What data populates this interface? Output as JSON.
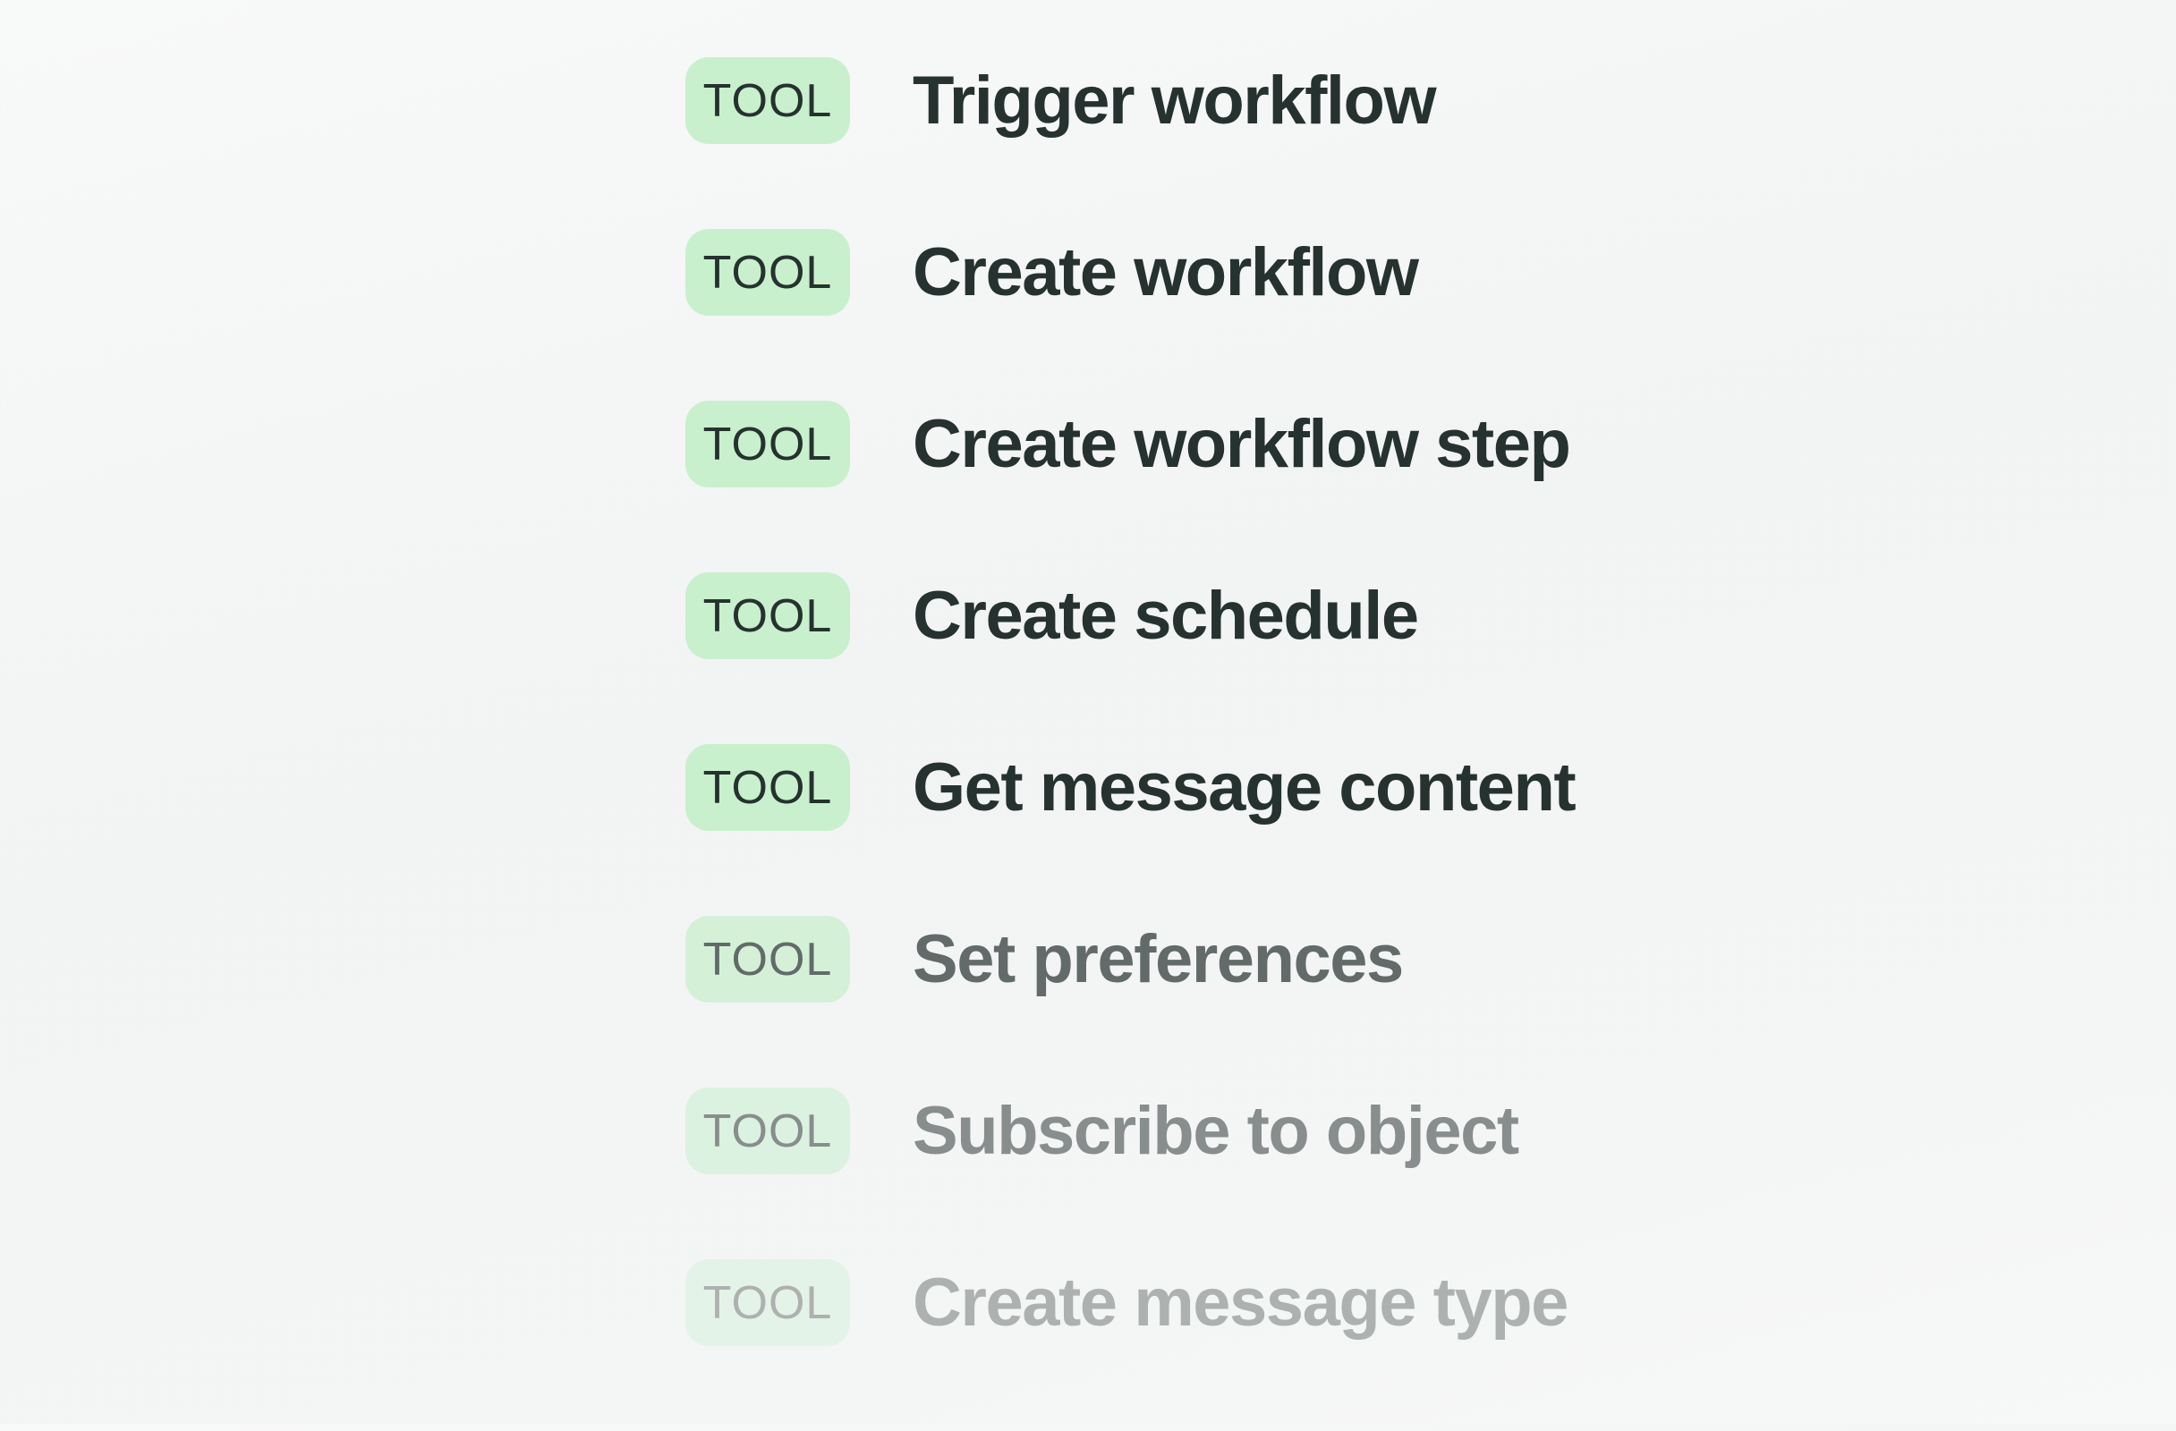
{
  "colors": {
    "badge_bg": "#c8f0cd",
    "text": "#26322f",
    "background_top": "#f8f9f9",
    "background_bottom": "#f4f5f5"
  },
  "tools": {
    "items": [
      {
        "badge": "TOOL",
        "label": "Trigger workflow",
        "opacity": 1
      },
      {
        "badge": "TOOL",
        "label": "Create workflow",
        "opacity": 1
      },
      {
        "badge": "TOOL",
        "label": "Create workflow step",
        "opacity": 1
      },
      {
        "badge": "TOOL",
        "label": "Create schedule",
        "opacity": 1
      },
      {
        "badge": "TOOL",
        "label": "Get message content",
        "opacity": 1
      },
      {
        "badge": "TOOL",
        "label": "Set preferences",
        "opacity": 0.7
      },
      {
        "badge": "TOOL",
        "label": "Subscribe to object",
        "opacity": 0.52
      },
      {
        "badge": "TOOL",
        "label": "Create message type",
        "opacity": 0.34
      }
    ]
  }
}
